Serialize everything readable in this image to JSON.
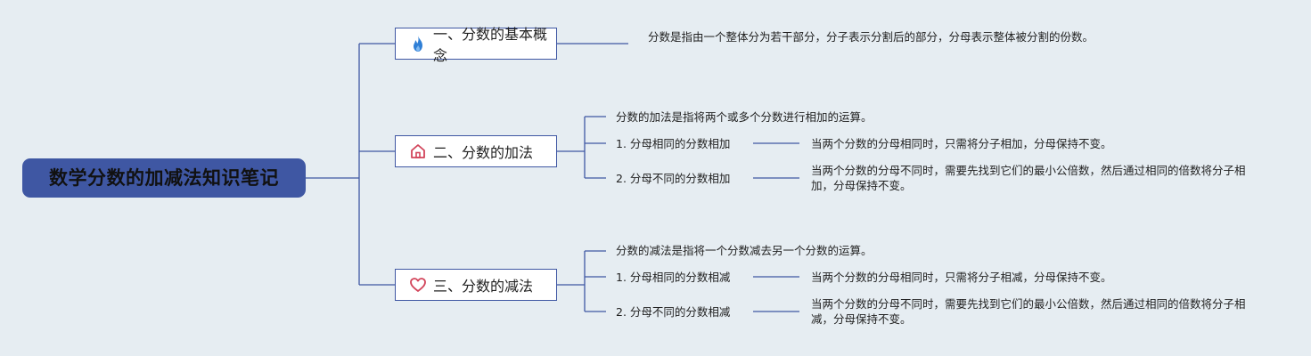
{
  "root": {
    "title": "数学分数的加减法知识笔记"
  },
  "colors": {
    "line": "#3f57a3",
    "root_bg": "#3f57a3",
    "background": "#e6edf2"
  },
  "branches": [
    {
      "label": "一、分数的基本概念",
      "icon": "fire-icon",
      "description": "分数是指由一个整体分为若干部分，分子表示分割后的部分，分母表示整体被分割的份数。"
    },
    {
      "label": "二、分数的加法",
      "icon": "house-icon",
      "intro": "分数的加法是指将两个或多个分数进行相加的运算。",
      "items": [
        {
          "label": "1. 分母相同的分数相加",
          "detail": "当两个分数的分母相同时，只需将分子相加，分母保持不变。"
        },
        {
          "label": "2. 分母不同的分数相加",
          "detail": "当两个分数的分母不同时，需要先找到它们的最小公倍数，然后通过相同的倍数将分子相加，分母保持不变。"
        }
      ]
    },
    {
      "label": "三、分数的减法",
      "icon": "heart-icon",
      "intro": "分数的减法是指将一个分数减去另一个分数的运算。",
      "items": [
        {
          "label": "1. 分母相同的分数相减",
          "detail": "当两个分数的分母相同时，只需将分子相减，分母保持不变。"
        },
        {
          "label": "2. 分母不同的分数相减",
          "detail": "当两个分数的分母不同时，需要先找到它们的最小公倍数，然后通过相同的倍数将分子相减，分母保持不变。"
        }
      ]
    }
  ]
}
